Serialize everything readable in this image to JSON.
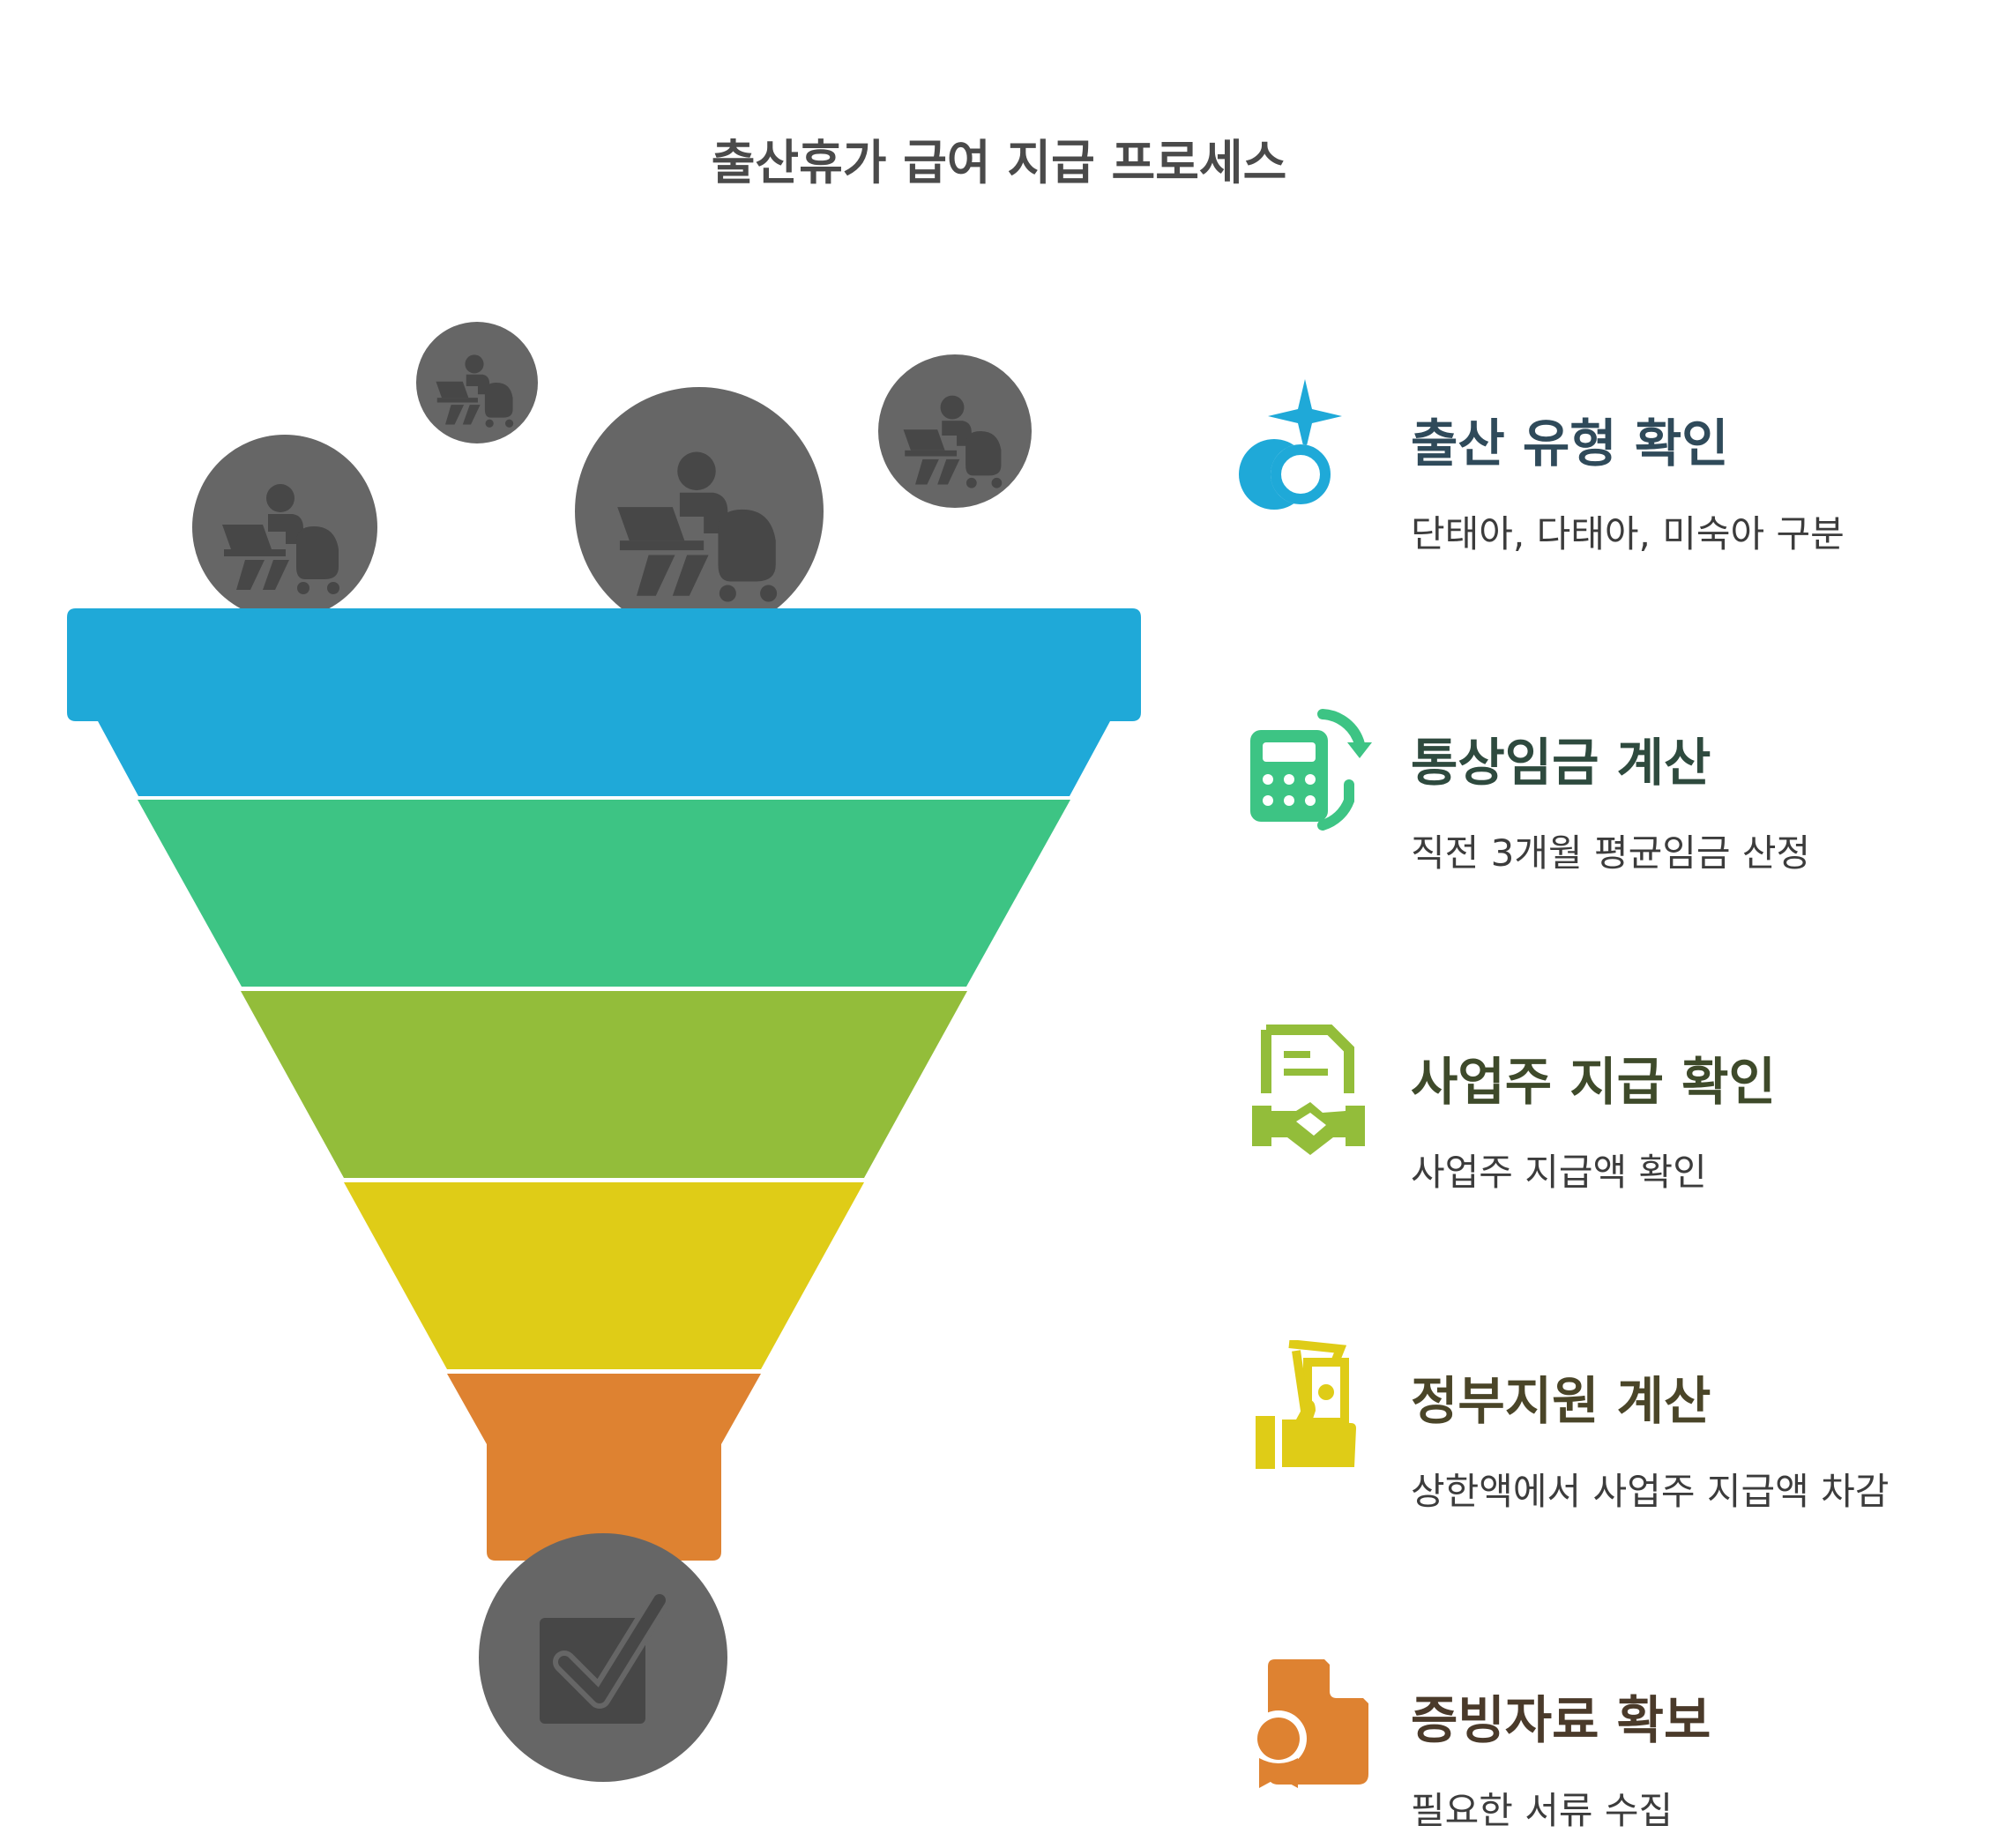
{
  "title": "출산휴가 급여 지급 프로세스",
  "colors": {
    "blue": "#1FA9D8",
    "green": "#3DC484",
    "olive": "#93BD3A",
    "yellow": "#DFCC17",
    "orange": "#DE8231",
    "gray": "#666666",
    "dark": "#474747"
  },
  "steps": [
    {
      "title": "출산 유형 확인",
      "desc": "단태아, 다태아, 미숙아 구분",
      "icon": "baby-rings-icon",
      "color": "#2F4A5A"
    },
    {
      "title": "통상임금 계산",
      "desc": "직전 3개월 평균임금 산정",
      "icon": "calculator-cycle-icon",
      "color": "#2E4A3E"
    },
    {
      "title": "사업주 지급 확인",
      "desc": "사업주 지급액 확인",
      "icon": "handshake-document-icon",
      "color": "#3E4A2A"
    },
    {
      "title": "정부지원 계산",
      "desc": "상한액에서 사업주 지급액 차감",
      "icon": "hand-money-icon",
      "color": "#4A4528"
    },
    {
      "title": "증빙자료 확보",
      "desc": "필요한 서류 수집",
      "icon": "certificate-document-icon",
      "color": "#4A3A2A"
    }
  ],
  "inputs": [
    "worker-stroller-icon",
    "worker-stroller-icon",
    "worker-stroller-icon",
    "worker-stroller-icon"
  ],
  "output_icon": "checkbox-icon"
}
